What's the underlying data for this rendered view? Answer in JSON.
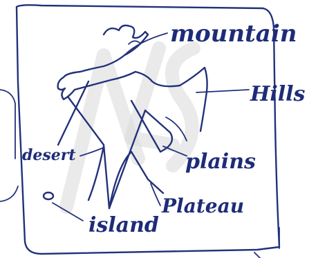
{
  "labels": {
    "mountain": "mountain",
    "hills": "Hills",
    "desert": "desert",
    "plains": "plains",
    "plateau": "Plateau",
    "island": "island"
  },
  "colors": {
    "ink": "#22317a",
    "watermark": "#d8d8d8",
    "paper": "#ffffff"
  }
}
